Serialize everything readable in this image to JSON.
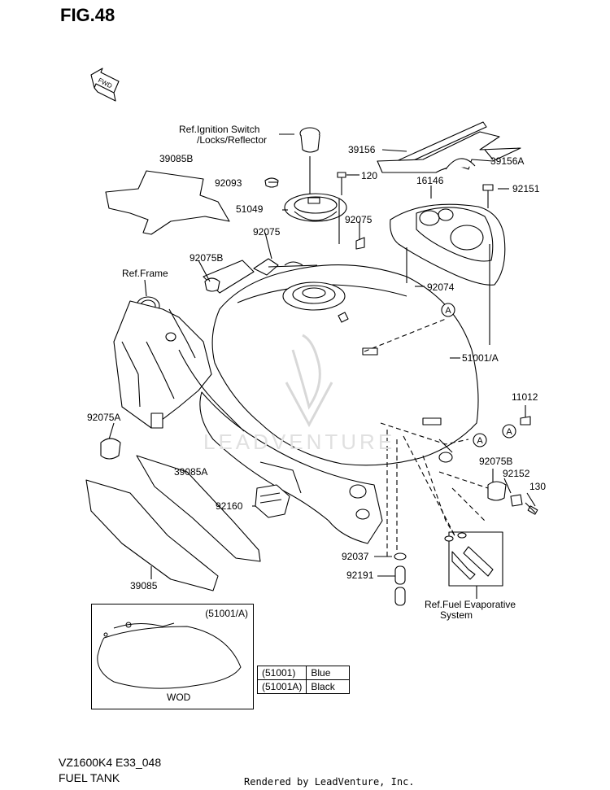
{
  "figure": {
    "title": "FIG.48",
    "direction_label": "FWD"
  },
  "labels": {
    "ref_ignition_1": "Ref.Ignition Switch",
    "ref_ignition_2": "/Locks/Reflector",
    "p39085B": "39085B",
    "p92093": "92093",
    "p51049": "51049",
    "p92075_top": "92075",
    "p92075_left": "92075",
    "p92075B_top": "92075B",
    "ref_frame": "Ref.Frame",
    "p120": "120",
    "p39156": "39156",
    "p39156A": "39156A",
    "p16146": "16146",
    "p92151": "92151",
    "p92074": "92074",
    "p51001A": "51001/A",
    "p11012": "11012",
    "p92075A": "92075A",
    "p39085A": "39085A",
    "p92160": "92160",
    "p92075B_right": "92075B",
    "p92152": "92152",
    "p130": "130",
    "p92037": "92037",
    "p92191": "92191",
    "p39085": "39085",
    "ref_fuel_1": "Ref.Fuel Evaporative",
    "ref_fuel_2": "System",
    "marker_a": "A"
  },
  "wod": {
    "ref": "(51001/A)",
    "label": "WOD"
  },
  "color_table": [
    {
      "part": "(51001)",
      "color": "Blue"
    },
    {
      "part": "(51001A)",
      "color": "Black"
    }
  ],
  "footer": {
    "model": "VZ1600K4 E33_048",
    "name": "FUEL TANK",
    "rendered_by": "Rendered by LeadVenture, Inc."
  },
  "watermark": "LEADVENTURE"
}
